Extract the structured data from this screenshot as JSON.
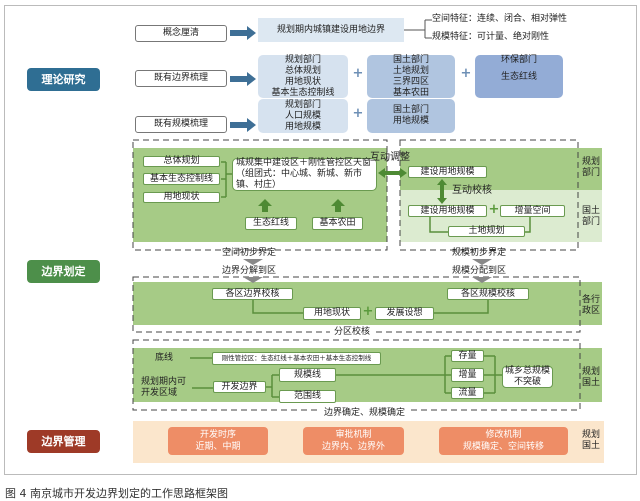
{
  "theory": {
    "tag": "理论研究",
    "row1": {
      "step": "概念厘清",
      "result": "规划期内城镇建设用地边界",
      "feature1": "空间特征：连续、闭合、相对弹性",
      "feature2": "规模特征：可计量、绝对刚性"
    },
    "row2": {
      "step": "既有边界梳理",
      "b1": {
        "dept": "规划部门",
        "l1": "总体规划",
        "l2": "用地现状",
        "l3": "基本生态控制线"
      },
      "b2": {
        "dept": "国土部门",
        "l1": "土地规划",
        "l2": "三界四区",
        "l3": "基本农田"
      },
      "b3": {
        "dept": "环保部门",
        "l1": "生态红线"
      }
    },
    "row3": {
      "step": "既有规模梳理",
      "b1": {
        "dept": "规划部门",
        "l1": "人口规模",
        "l2": "用地规模"
      },
      "b2": {
        "dept": "国土部门",
        "l1": "用地规模"
      }
    },
    "plus": "+"
  },
  "delimit": {
    "tag": "边界划定",
    "left": {
      "i1": "总体规划",
      "i2": "基本生态控制线",
      "i3": "用地现状",
      "main": "城规集中建设区＋刚性管控区天窗（组团式：中心城、新城、新市镇、村庄）",
      "r1": "生态红线",
      "r2": "基本农田"
    },
    "interact_adjust": "互动调整",
    "right": {
      "top": "建设用地规模",
      "check": "互动校核",
      "b1": "建设用地规模",
      "b2": "增量空间",
      "b3": "土地规划"
    },
    "dept_plan": "规划部门",
    "dept_land": "国土部门",
    "spatial_init": "空间初步界定",
    "scale_init": "规模初步界定",
    "boundary_dist": "边界分解到区",
    "scale_dist": "规模分配到区",
    "district": {
      "b1": "各区边界校核",
      "b2": "各区规模校核",
      "c1": "用地现状",
      "c2": "发展设想",
      "label": "各行政区"
    },
    "district_check": "分区校核",
    "final": {
      "bottom_line": "底线",
      "rigid": "刚性管控区：生态红线＋基本农田＋基本生态控制线",
      "dev_area": "规划期内可开发区域",
      "dev_boundary": "开发边界",
      "scale_line": "规模线",
      "range_line": "范围线",
      "stock": "存量",
      "incr": "增量",
      "flow": "流量",
      "total": "城乡总规模不突破",
      "label": "规划国土"
    },
    "confirm": "边界确定、规模确定"
  },
  "manage": {
    "tag": "边界管理",
    "items": [
      {
        "t": "开发时序",
        "s": "近期、中期"
      },
      {
        "t": "审批机制",
        "s": "边界内、边界外"
      },
      {
        "t": "修改机制",
        "s": "规模确定、空间转移"
      }
    ],
    "label": "规划国土"
  },
  "caption": "图 4  南京城市开发边界划定的工作思路框架图",
  "colors": {
    "blue_tag": "#2f6e93",
    "green_tag": "#4d8f4a",
    "red_tag": "#9e3a27",
    "green_bg": "#a6cb86",
    "orange_bg": "#fbe6cc",
    "orange_box": "#ee8d66"
  }
}
